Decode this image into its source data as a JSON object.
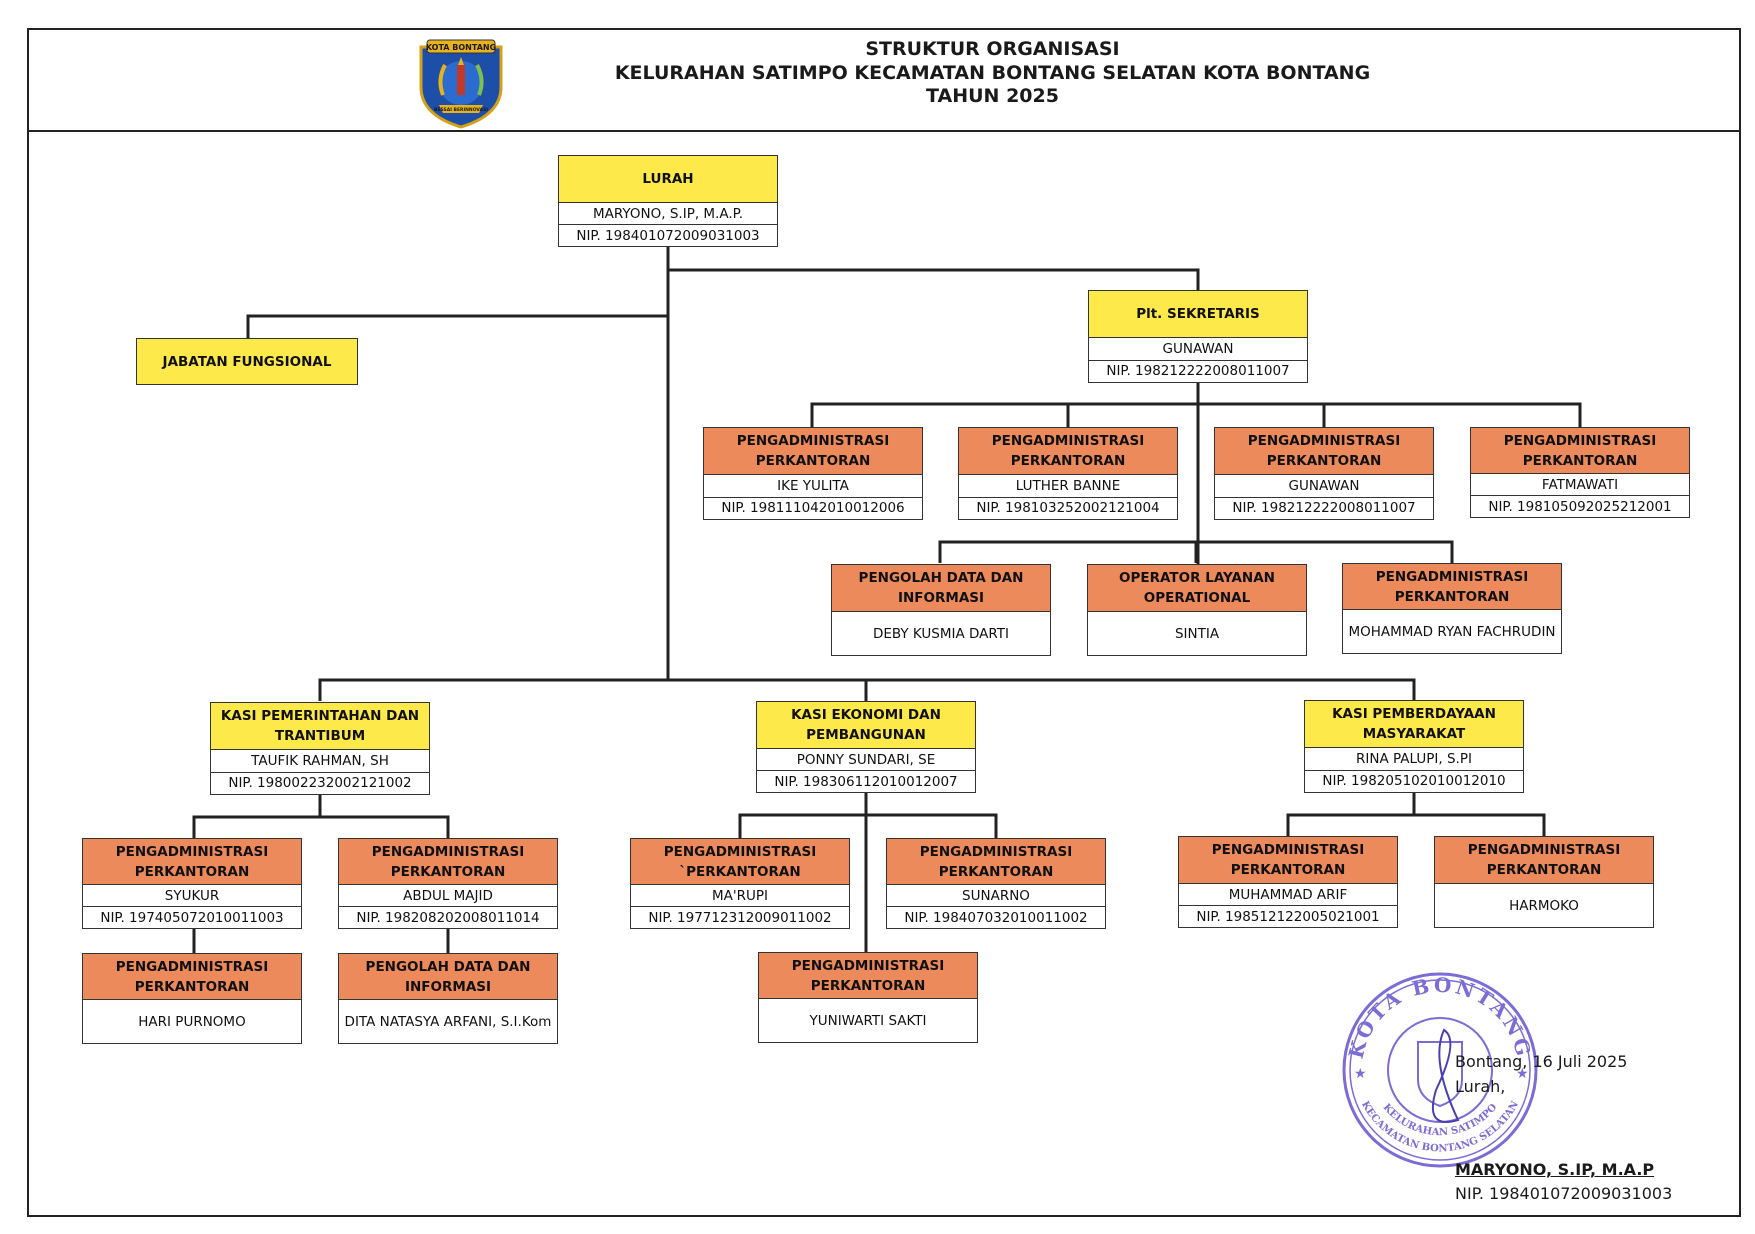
{
  "header": {
    "line1": "STRUKTUR ORGANISASI",
    "line2": "KELURAHAN SATIMPO KECAMATAN BONTANG SELATAN KOTA BONTANG",
    "line3": "TAHUN 2025",
    "logo_text_top": "KOTA BONTANG",
    "logo_text_bottom": "BESSAI BERINNOVASI"
  },
  "colors": {
    "head_box": "#fde94a",
    "staff_box": "#ec8a5b",
    "stamp": "#7b6cd6"
  },
  "lurah": {
    "title": "LURAH",
    "name": "MARYONO, S.IP, M.A.P.",
    "nip": "NIP. 198401072009031003"
  },
  "fungsional": {
    "title": "JABATAN FUNGSIONAL"
  },
  "sekretaris": {
    "title": "Plt. SEKRETARIS",
    "name": "GUNAWAN",
    "nip": "NIP. 198212222008011007"
  },
  "sek_staff": [
    {
      "title": "PENGADMINISTRASI PERKANTORAN",
      "name": "IKE YULITA",
      "nip": "NIP. 198111042010012006"
    },
    {
      "title": "PENGADMINISTRASI PERKANTORAN",
      "name": "LUTHER BANNE",
      "nip": "NIP. 198103252002121004"
    },
    {
      "title": "PENGADMINISTRASI PERKANTORAN",
      "name": "GUNAWAN",
      "nip": "NIP. 198212222008011007"
    },
    {
      "title": "PENGADMINISTRASI PERKANTORAN",
      "name": "FATMAWATI",
      "nip": "NIP. 198105092025212001"
    }
  ],
  "sek_staff2": [
    {
      "title": "PENGOLAH DATA DAN INFORMASI",
      "name": "DEBY KUSMIA DARTI"
    },
    {
      "title": "OPERATOR LAYANAN OPERATIONAL",
      "name": "SINTIA"
    },
    {
      "title": "PENGADMINISTRASI PERKANTORAN",
      "name": "MOHAMMAD RYAN FACHRUDIN"
    }
  ],
  "kasi": [
    {
      "title": "KASI PEMERINTAHAN DAN TRANTIBUM",
      "name": "TAUFIK RAHMAN, SH",
      "nip": "NIP. 198002232002121002"
    },
    {
      "title": "KASI EKONOMI DAN PEMBANGUNAN",
      "name": "PONNY SUNDARI, SE",
      "nip": "NIP. 198306112010012007"
    },
    {
      "title": "KASI PEMBERDAYAAN MASYARAKAT",
      "name": "RINA PALUPI, S.PI",
      "nip": "NIP. 198205102010012010"
    }
  ],
  "pem_staff": [
    {
      "title": "PENGADMINISTRASI PERKANTORAN",
      "name": "SYUKUR",
      "nip": "NIP. 197405072010011003"
    },
    {
      "title": "PENGADMINISTRASI PERKANTORAN",
      "name": "ABDUL MAJID",
      "nip": "NIP. 198208202008011014"
    },
    {
      "title": "PENGADMINISTRASI PERKANTORAN",
      "name": "HARI PURNOMO"
    },
    {
      "title": "PENGOLAH DATA DAN INFORMASI",
      "name": "DITA NATASYA ARFANI, S.I.Kom"
    }
  ],
  "eko_staff": [
    {
      "title": "PENGADMINISTRASI `PERKANTORAN",
      "name": "MA'RUPI",
      "nip": "NIP. 197712312009011002"
    },
    {
      "title": "PENGADMINISTRASI PERKANTORAN",
      "name": "SUNARNO",
      "nip": "NIP. 198407032010011002"
    },
    {
      "title": "PENGADMINISTRASI PERKANTORAN",
      "name": "YUNIWARTI SAKTI"
    }
  ],
  "pmb_staff": [
    {
      "title": "PENGADMINISTRASI PERKANTORAN",
      "name": "MUHAMMAD ARIF",
      "nip": "NIP. 198512122005021001"
    },
    {
      "title": "PENGADMINISTRASI PERKANTORAN",
      "name": "HARMOKO"
    }
  ],
  "signature": {
    "place_date": "Bontang, 16 Juli 2025",
    "role": "Lurah,",
    "name": "MARYONO, S.IP, M.A.P",
    "nip": "NIP. 198401072009031003"
  },
  "stamp": {
    "outer_top": "KOTA BONTANG",
    "outer_bottom": "KELURAHAN SATIMPO",
    "outer_bottom2": "KECAMATAN BONTANG SELATAN"
  }
}
